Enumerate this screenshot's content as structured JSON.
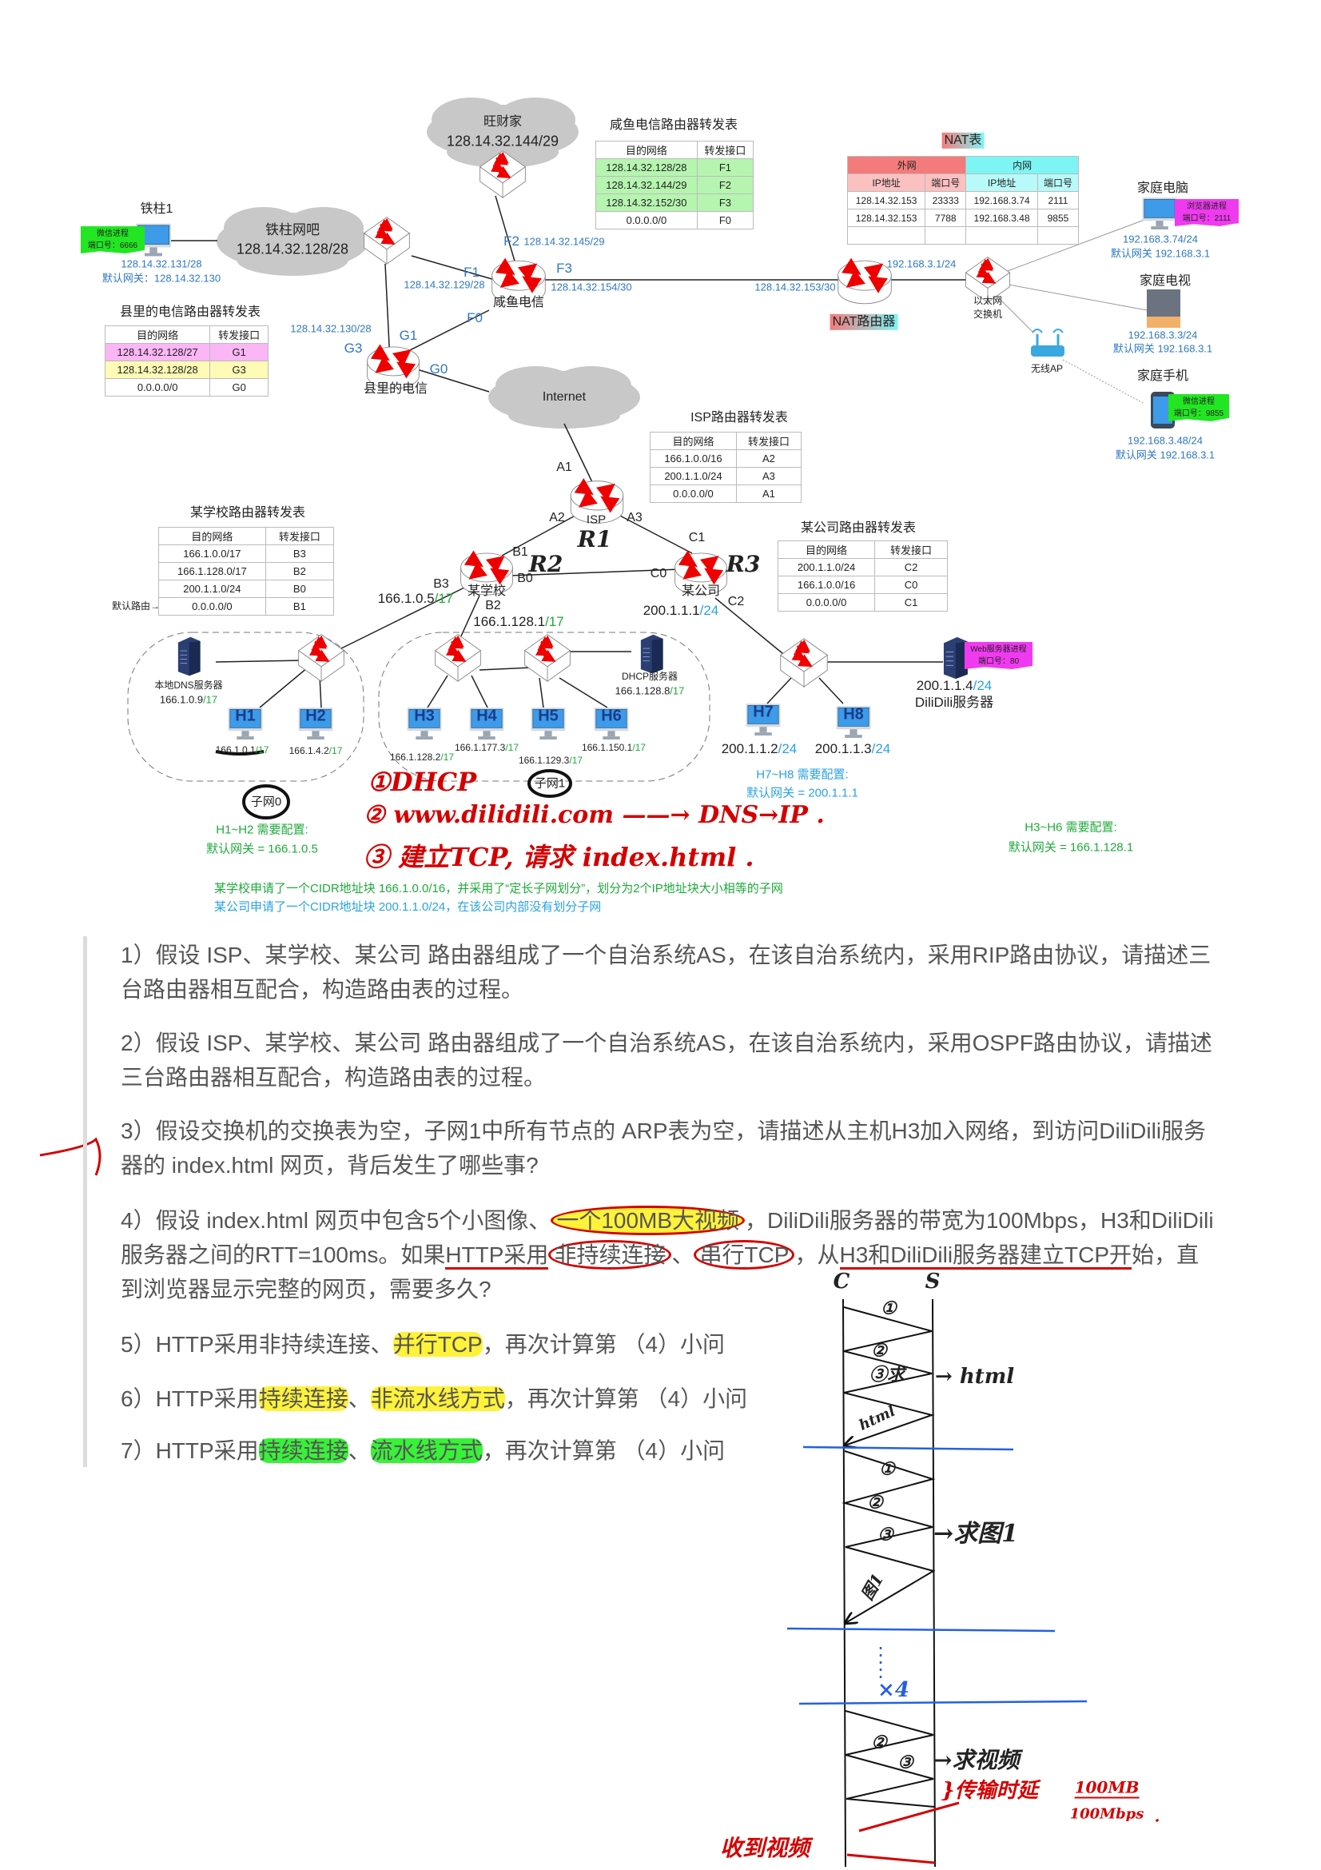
{
  "diagram": {
    "wangcaijia": {
      "name": "旺财家",
      "net": "128.14.32.144/29"
    },
    "tiezhu_bar": {
      "name": "铁柱网吧",
      "net": "128.14.32.128/28"
    },
    "tiezhu1": {
      "name": "铁柱1",
      "tag_proc": "微信进程",
      "tag_port": "端口号：6666",
      "ip": "128.14.32.131/28",
      "gw": "默认网关：128.14.32.130"
    },
    "xianyu": {
      "name": "咸鱼电信",
      "f1": "F1",
      "f1_ip": "128.14.32.129/28",
      "f2": "F2",
      "f2_ip": "128.14.32.145/29",
      "f3": "F3",
      "f3_ip": "128.14.32.154/30",
      "f0": "F0"
    },
    "county": {
      "name": "县里的电信",
      "g1": "G1",
      "g3": "G3",
      "g0": "G0",
      "g3_ip": "128.14.32.130/28"
    },
    "internet": "Internet",
    "nat_router": {
      "name": "NAT路由器",
      "wan_ip": "128.14.32.153/30",
      "lan_ip": "192.168.3.1/24"
    },
    "eth_switch": {
      "line1": "以太网",
      "line2": "交换机"
    },
    "ap": "无线AP",
    "home_pc": {
      "name": "家庭电脑",
      "tag_proc": "浏览器进程",
      "tag_port": "端口号：2111",
      "ip": "192.168.3.74/24",
      "gw": "默认网关 192.168.3.1"
    },
    "home_tv": {
      "name": "家庭电视",
      "ip": "192.168.3.3/24",
      "gw": "默认网关 192.168.3.1"
    },
    "home_phone": {
      "name": "家庭手机",
      "tag_proc": "微信进程",
      "tag_port": "端口号：9855",
      "ip": "192.168.3.48/24",
      "gw": "默认网关 192.168.3.1"
    },
    "isp": {
      "name": "ISP",
      "a1": "A1",
      "a2": "A2",
      "a3": "A3",
      "mark": "R1"
    },
    "school": {
      "name": "某学校",
      "b0": "B0",
      "b1": "B1",
      "b2": "B2",
      "b3": "B3",
      "mark": "R2",
      "b3_ip": "166.1.0.5",
      "b3_mask": "/17",
      "b2_ip": "166.1.128.1",
      "b2_mask": "/17"
    },
    "company": {
      "name": "某公司",
      "c0": "C0",
      "c1": "C1",
      "c2": "C2",
      "mark": "R3",
      "ip": "200.1.1.1",
      "mask": "/24"
    },
    "dns": {
      "name": "本地DNS服务器",
      "ip": "166.1.0.9",
      "mask": "/17"
    },
    "dhcp": {
      "name": "DHCP服务器",
      "ip": "166.1.128.8",
      "mask": "/17"
    },
    "hosts": [
      {
        "name": "H1",
        "ip": "166.1.0.1",
        "mask": "/17"
      },
      {
        "name": "H2",
        "ip": "166.1.4.2",
        "mask": "/17"
      },
      {
        "name": "H3",
        "ip": "166.1.128.2",
        "mask": "/17"
      },
      {
        "name": "H4",
        "ip": "166.1.177.3",
        "mask": "/17"
      },
      {
        "name": "H5",
        "ip": "166.1.129.3",
        "mask": "/17"
      },
      {
        "name": "H6",
        "ip": "166.1.150.1",
        "mask": "/17"
      },
      {
        "name": "H7",
        "ip": "200.1.1.2",
        "mask": "/24"
      },
      {
        "name": "H8",
        "ip": "200.1.1.3",
        "mask": "/24"
      }
    ],
    "web": {
      "tag_proc": "Web服务器进程",
      "tag_port": "端口号：80",
      "ip": "200.1.1.4",
      "mask": "/24",
      "name": "DiliDili服务器"
    },
    "subnet0": "子网0",
    "subnet1": "子网1",
    "cfg_h12": {
      "title": "H1~H2 需要配置:",
      "gw": "默认网关 = 166.1.0.5"
    },
    "cfg_h36": {
      "title": "H3~H6 需要配置:",
      "gw": "默认网关 = 166.1.128.1"
    },
    "cfg_h78": {
      "title": "H7~H8 需要配置:",
      "gw": "默认网关 = 200.1.1.1"
    },
    "note_school": "某学校申请了一个CIDR地址块 166.1.0.0/16，并采用了“定长子网划分”，划分为2个IP地址块大小相等的子网",
    "note_company": "某公司申请了一个CIDR地址块 200.1.1.0/24，在该公司内部没有划分子网",
    "default_route": "默认路由→"
  },
  "tables": {
    "xianyu": {
      "title": "咸鱼电信路由器转发表",
      "header": [
        "目的网络",
        "转发接口"
      ],
      "rows": [
        [
          "128.14.32.128/28",
          "F1"
        ],
        [
          "128.14.32.144/29",
          "F2"
        ],
        [
          "128.14.32.152/30",
          "F3"
        ],
        [
          "0.0.0.0/0",
          "F0"
        ]
      ],
      "row_colors": [
        "#b6f5b0",
        "#b6f5b0",
        "#b6f5b0",
        "#ffffff"
      ]
    },
    "county": {
      "title": "县里的电信路由器转发表",
      "header": [
        "目的网络",
        "转发接口"
      ],
      "rows": [
        [
          "128.14.32.128/27",
          "G1"
        ],
        [
          "128.14.32.128/28",
          "G3"
        ],
        [
          "0.0.0.0/0",
          "G0"
        ]
      ],
      "row_colors": [
        "#fbb6f5",
        "#fdfbb5",
        "#ffffff"
      ]
    },
    "isp": {
      "title": "ISP路由器转发表",
      "header": [
        "目的网络",
        "转发接口"
      ],
      "rows": [
        [
          "166.1.0.0/16",
          "A2"
        ],
        [
          "200.1.1.0/24",
          "A3"
        ],
        [
          "0.0.0.0/0",
          "A1"
        ]
      ],
      "row_colors": [
        "#fff",
        "#fff",
        "#fff"
      ]
    },
    "school": {
      "title": "某学校路由器转发表",
      "header": [
        "目的网络",
        "转发接口"
      ],
      "rows": [
        [
          "166.1.0.0/17",
          "B3"
        ],
        [
          "166.1.128.0/17",
          "B2"
        ],
        [
          "200.1.1.0/24",
          "B0"
        ],
        [
          "0.0.0.0/0",
          "B1"
        ]
      ],
      "row_colors": [
        "#fff",
        "#fff",
        "#fff",
        "#fff"
      ]
    },
    "company": {
      "title": "某公司路由器转发表",
      "header": [
        "目的网络",
        "转发接口"
      ],
      "rows": [
        [
          "200.1.1.0/24",
          "C2"
        ],
        [
          "166.1.0.0/16",
          "C0"
        ],
        [
          "0.0.0.0/0",
          "C1"
        ]
      ],
      "row_colors": [
        "#fff",
        "#fff",
        "#fff"
      ]
    },
    "nat": {
      "title": "NAT表",
      "groups": [
        "外网",
        "内网"
      ],
      "header": [
        "IP地址",
        "端口号",
        "IP地址",
        "端口号"
      ],
      "rows": [
        [
          "128.14.32.153",
          "23333",
          "192.168.3.74",
          "2111"
        ],
        [
          "128.14.32.153",
          "7788",
          "192.168.3.48",
          "9855"
        ],
        [
          "",
          "",
          "",
          ""
        ]
      ]
    }
  },
  "annotations": {
    "step1": "①DHCP",
    "step2": "② www.dilidili.com ——→ DNS→IP .",
    "step3": "③ 建立TCP, 请求 index.html ."
  },
  "questions": {
    "q1": "1）假设 ISP、某学校、某公司 路由器组成了一个自治系统AS，在该自治系统内，采用RIP路由协议，请描述三台路由器相互配合，构造路由表的过程。",
    "q2": "2）假设 ISP、某学校、某公司 路由器组成了一个自治系统AS，在该自治系统内，采用OSPF路由协议，请描述三台路由器相互配合，构造路由表的过程。",
    "q3": "3）假设交换机的交换表为空，子网1中所有节点的 ARP表为空，请描述从主机H3加入网络，到访问DiliDili服务器的 index.html 网页，背后发生了哪些事?",
    "q4": {
      "a": "4）假设 index.html 网页中包含5个小图像、",
      "b": "一个100MB大视频",
      "c": "，DiliDili服务器的带宽为100Mbps，H3和DiliDili服务器之间的RTT=100ms。如果",
      "d": "HTTP采用",
      "e": "非持续连接",
      "f": "、",
      "g": "串行TCP",
      "h": "，从",
      "i": "H3和DiliDili服务器建立TCP开",
      "j": "始，直到浏览器显示完整的网页，需要多久?"
    },
    "q5": {
      "a": "5）HTTP采用非持续连接、",
      "b": "并行TCP",
      "c": "，再次计算第 （4）小问"
    },
    "q6": {
      "a": "6）HTTP采用",
      "b": "持续连接",
      "c": "、",
      "d": "非流水线方式",
      "e": "，再次计算第 （4）小问"
    },
    "q7": {
      "a": "7）HTTP采用",
      "b": "持续连接",
      "c": "、",
      "d": "流水线方式",
      "e": "，再次计算第 （4）小问"
    }
  },
  "timing": {
    "c": "C",
    "s": "S",
    "n1": "①",
    "n2": "②",
    "n3": "③求",
    "html_req": "→ html",
    "html_resp": "html",
    "m1": "①",
    "m2": "②",
    "m3": "③",
    "img_req": "→求图1",
    "img_resp": "图1",
    "times4": "×4",
    "v2": "②",
    "v3": "③",
    "video_req": "→求视频",
    "trans": "}传输时延",
    "ratio_top": "100MB",
    "ratio_bot": "100Mbps",
    "dot": ".",
    "recv": "收到视频"
  }
}
